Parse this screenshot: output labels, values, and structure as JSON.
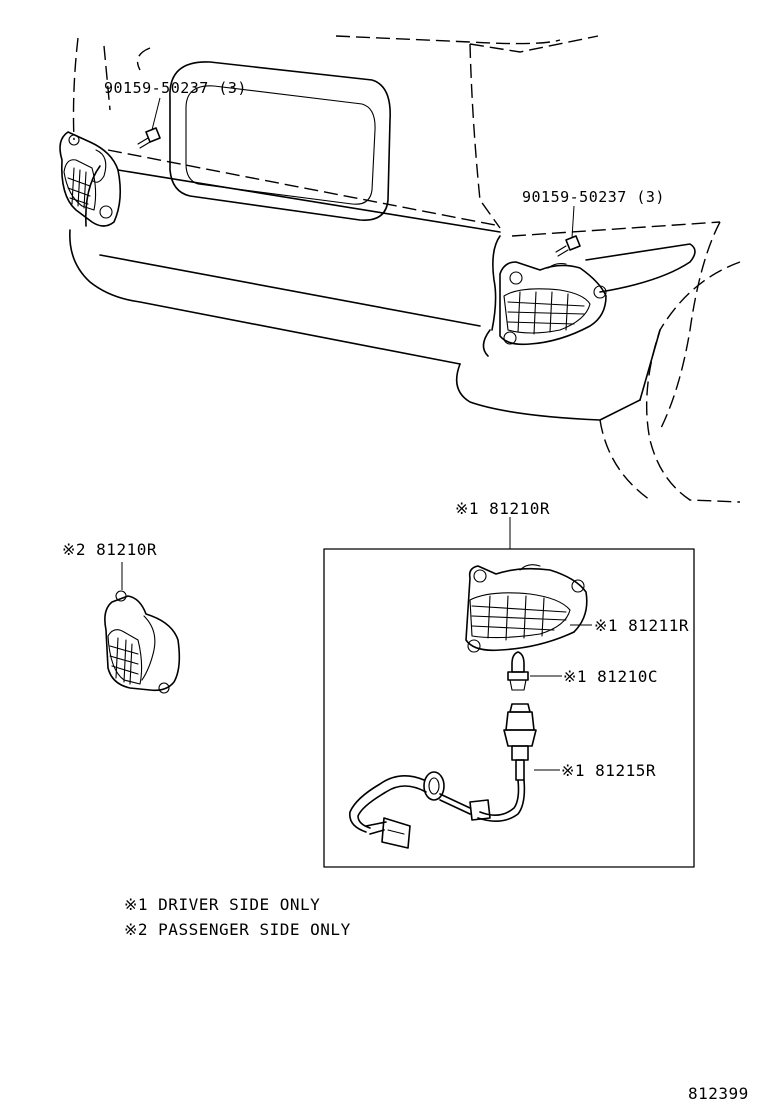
{
  "callouts": {
    "bolt_left": "90159-50237 (3)",
    "bolt_right": "90159-50237 (3)",
    "lamp_assy_driver": "※1 81210R",
    "lamp_assy_passenger": "※2 81210R",
    "lens": "※1 81211R",
    "bulb": "※1 81210C",
    "socket_wire": "※1 81215R"
  },
  "notes": {
    "note1": "※1 DRIVER SIDE ONLY",
    "note2": "※2 PASSENGER SIDE ONLY"
  },
  "diagram_number": "812399"
}
